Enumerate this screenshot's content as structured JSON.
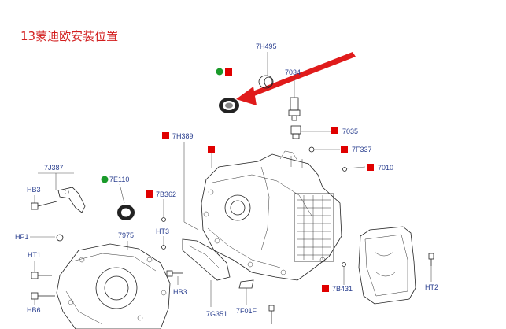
{
  "title": "13蒙迪欧安装位置",
  "colors": {
    "marker_red": "#e00000",
    "marker_green": "#1a9a2a",
    "arrow_red": "#e01b1b",
    "label_blue": "#2a3f8f"
  },
  "labels": {
    "l7H495": "7H495",
    "l7034": "7034",
    "l7035": "7035",
    "l7F337": "7F337",
    "l7010": "7010",
    "l7H389": "7H389",
    "l7J387": "7J387",
    "l7E110": "7E110",
    "l7B362": "7B362",
    "lHB3a": "HB3",
    "lHP1": "HP1",
    "l7975": "7975",
    "lHT3": "HT3",
    "lHT1": "HT1",
    "lHB3b": "HB3",
    "lHB6": "HB6",
    "l7G351": "7G351",
    "l7F01F": "7F01F",
    "l7B431": "7B431",
    "lHT2": "HT2"
  }
}
